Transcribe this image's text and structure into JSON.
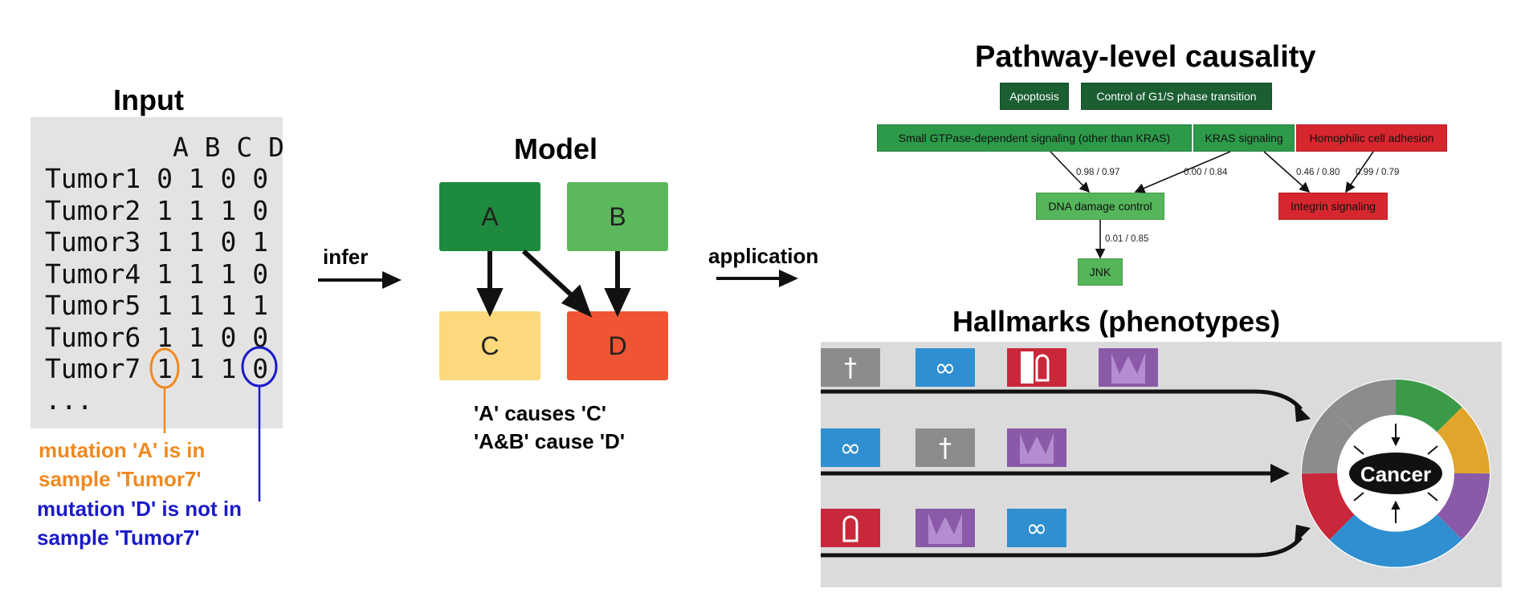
{
  "input": {
    "title": "Input",
    "header": "        A B C D",
    "rows": [
      "Tumor1 0 1 0 0",
      "Tumor2 1 1 1 0",
      "Tumor3 1 1 0 1",
      "Tumor4 1 1 1 0",
      "Tumor5 1 1 1 1",
      "Tumor6 1 1 0 0",
      "Tumor7 1 1 1 0"
    ],
    "ellipsis": "...",
    "annotation_orange": [
      "mutation 'A' is in",
      "sample 'Tumor7'"
    ],
    "annotation_blue": [
      "mutation 'D' is not in",
      "sample 'Tumor7'"
    ],
    "colors": {
      "orange": "#f0891e",
      "blue": "#1a1ac8"
    }
  },
  "arrows": {
    "infer": "infer",
    "application": "application"
  },
  "model": {
    "title": "Model",
    "nodes": {
      "a": {
        "label": "A",
        "color": "#1e8a3e"
      },
      "b": {
        "label": "B",
        "color": "#5cb85c"
      },
      "c": {
        "label": "C",
        "color": "#fbd97c"
      },
      "d": {
        "label": "D",
        "color": "#ef5533"
      }
    },
    "caption": [
      "'A' causes 'C'",
      "'A&B' cause 'D'"
    ]
  },
  "pathway": {
    "title": "Pathway-level causality",
    "nodes": {
      "apoptosis": "Apoptosis",
      "g1s": "Control of G1/S phase transition",
      "small_gtpase": "Small GTPase-dependent signaling (other than KRAS)",
      "kras": "KRAS signaling",
      "homophilic": "Homophilic cell adhesion",
      "dna_damage": "DNA damage control",
      "integrin": "Integrin signaling",
      "jnk": "JNK"
    },
    "edges": {
      "e1": "0.98 / 0.97",
      "e2": "0.00 / 0.84",
      "e3": "0.46 / 0.80",
      "e4": "0.99 / 0.79",
      "e5": "0.01 / 0.85"
    },
    "colors": {
      "dark_green": "#1a5e32",
      "green": "#2d9a4a",
      "light_green": "#55b55a",
      "red": "#d6262e"
    }
  },
  "hallmarks": {
    "title": "Hallmarks (phenotypes)",
    "center_label": "Cancer",
    "colors": {
      "gray": "#8c8c8c",
      "blue": "#2f8fd0",
      "red": "#c8283a",
      "purple": "#8a5aa8",
      "green": "#3a9a48",
      "gold": "#e0a52a"
    },
    "icons": {
      "cross": "†",
      "infinity": "∞"
    }
  }
}
